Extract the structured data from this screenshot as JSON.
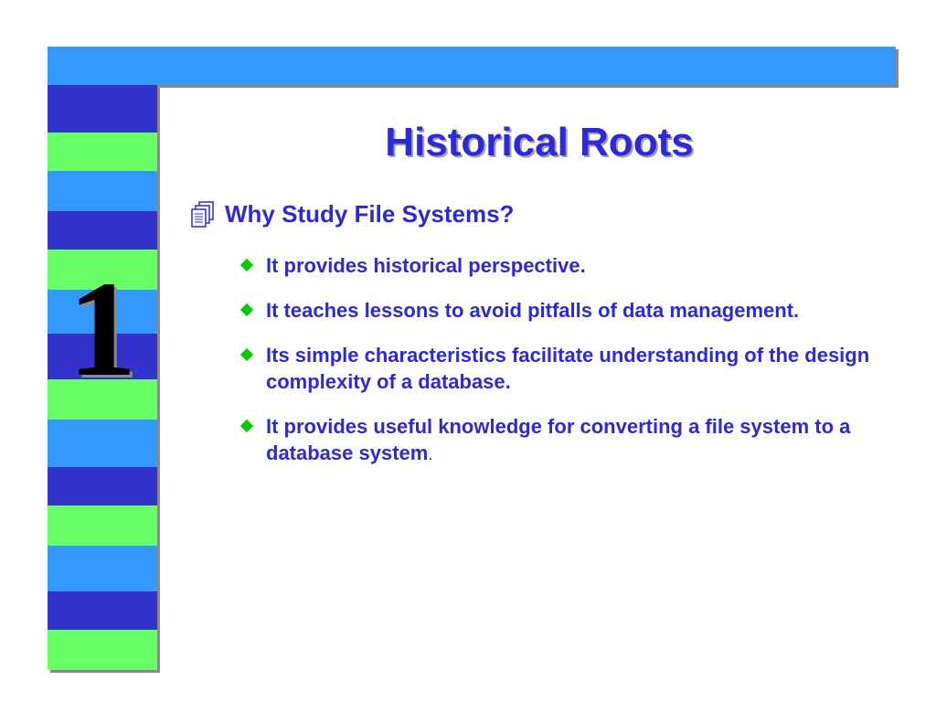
{
  "slide": {
    "section_number": "1",
    "title": "Historical Roots",
    "heading": "Why Study File Systems?",
    "bullets": [
      "It provides historical perspective.",
      "It teaches lessons to avoid pitfalls of data management.",
      "Its simple characteristics facilitate understanding of the design complexity of a database.",
      "It provides useful knowledge for converting a file system to a database system"
    ],
    "last_bullet_suffix": "."
  },
  "icons": {
    "heading_icon": "document-stack-icon",
    "bullet_icon": "diamond-bullet-icon"
  },
  "colors": {
    "top_bar": "#3399ff",
    "stripe_dark": "#3333cc",
    "stripe_light": "#3399ff",
    "stripe_green": "#66ff66",
    "text": "#2a2adb",
    "bullet": "#00cc00"
  }
}
